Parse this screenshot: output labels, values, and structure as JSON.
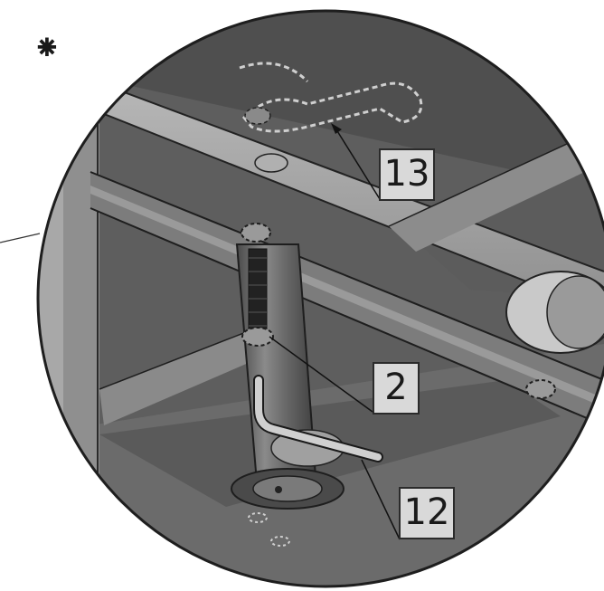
{
  "marker": {
    "symbol": "⁕"
  },
  "callouts": [
    {
      "id": "13",
      "label": "13"
    },
    {
      "id": "2",
      "label": "2"
    },
    {
      "id": "12",
      "label": "12"
    }
  ],
  "colors": {
    "background": "#ffffff",
    "dark_metal": "#555555",
    "mid_metal": "#6e6e6e",
    "light_metal": "#a9a9a9",
    "outline": "#1e1e1e",
    "callout_fill": "#d9d9d9"
  }
}
